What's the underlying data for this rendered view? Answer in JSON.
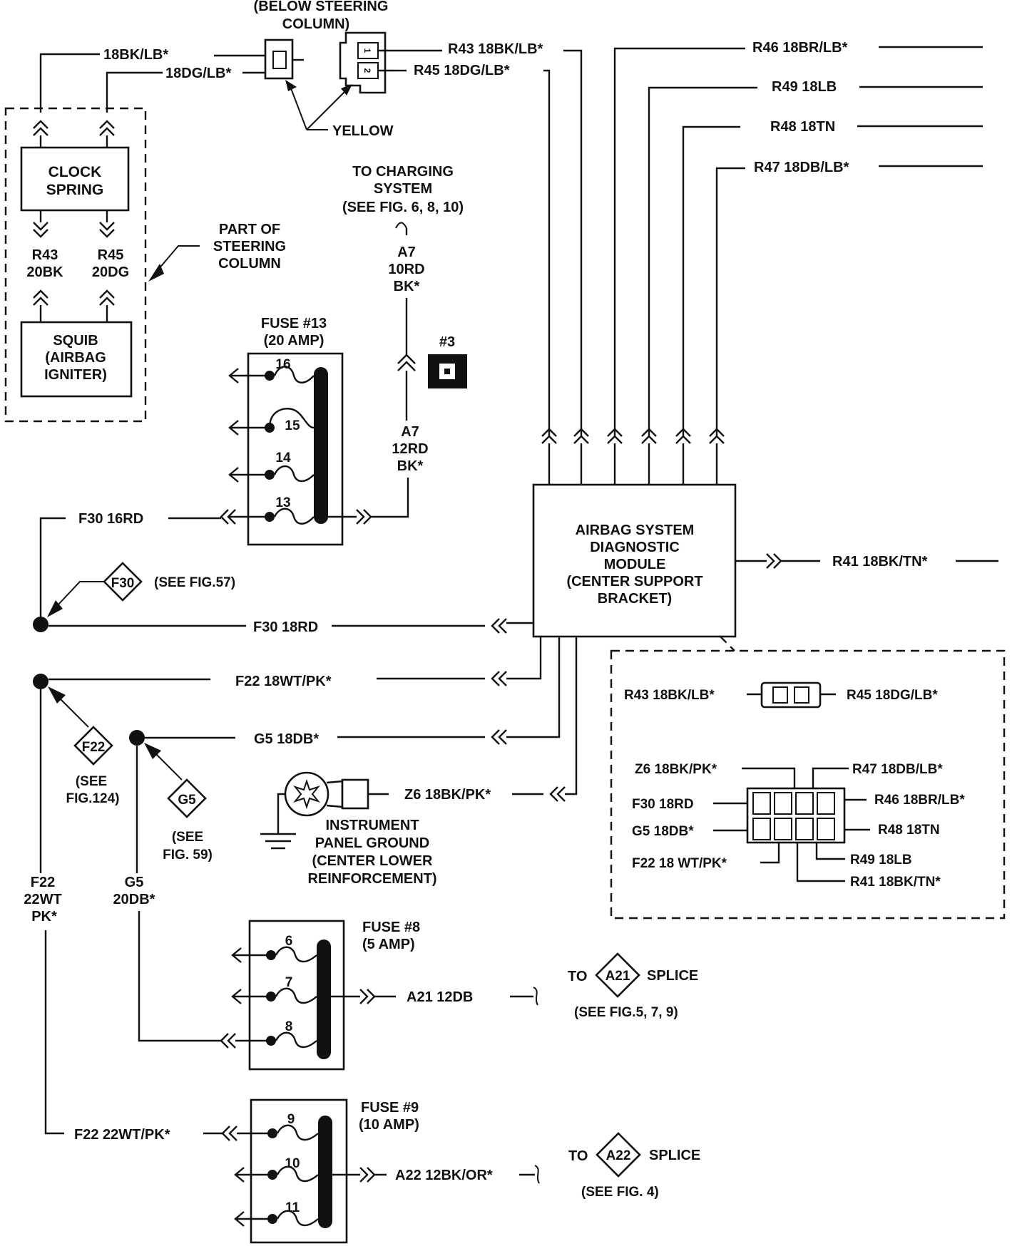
{
  "connector_top": {
    "title_line1": "(BELOW STEERING",
    "title_line2": "COLUMN)",
    "pin1": "1",
    "pin2": "2",
    "color_label": "YELLOW"
  },
  "clockspring_group": {
    "wire_top_left": "18BK/LB*",
    "wire_top_right": "18DG/LB*",
    "clock_spring_line1": "CLOCK",
    "clock_spring_line2": "SPRING",
    "r43": "R43",
    "r43_gauge": "20BK",
    "r45": "R45",
    "r45_gauge": "20DG",
    "squib_line1": "SQUIB",
    "squib_line2": "(AIRBAG",
    "squib_line3": "IGNITER)",
    "part_of_line1": "PART OF",
    "part_of_line2": "STEERING",
    "part_of_line3": "COLUMN"
  },
  "right_wires": {
    "r43": "R43 18BK/LB*",
    "r45": "R45 18DG/LB*",
    "r46": "R46 18BR/LB*",
    "r49": "R49 18LB",
    "r48": "R48 18TN",
    "r47": "R47 18DB/LB*"
  },
  "charging": {
    "line1": "TO CHARGING",
    "line2": "SYSTEM",
    "line3": "(SEE FIG. 6, 8, 10)",
    "a7_top_1": "A7",
    "a7_top_2": "10RD",
    "a7_top_3": "BK*",
    "a7_bot_1": "A7",
    "a7_bot_2": "12RD",
    "a7_bot_3": "BK*",
    "connector_no": "#3"
  },
  "fuse13": {
    "title": "FUSE #13",
    "rating": "(20 AMP)",
    "t16": "16",
    "t15": "15",
    "t14": "14",
    "t13": "13"
  },
  "left_wires": {
    "f30_top": "F30 16RD",
    "f30_badge": "F30",
    "f30_see": "(SEE FIG.57)",
    "f30_mid": "F30 18RD",
    "f22_mid": "F22 18WT/PK*",
    "f22_badge": "F22",
    "f22_see1": "(SEE",
    "f22_see2": "FIG.124)",
    "g5_mid": "G5 18DB*",
    "g5_badge": "G5",
    "g5_see1": "(SEE",
    "g5_see2": "FIG. 59)",
    "f22_vert1": "F22",
    "f22_vert2": "22WT",
    "f22_vert3": "PK*",
    "g5_vert1": "G5",
    "g5_vert2": "20DB*",
    "z6": "Z6 18BK/PK*"
  },
  "ground": {
    "line1": "INSTRUMENT",
    "line2": "PANEL GROUND",
    "line3": "(CENTER LOWER",
    "line4": "REINFORCEMENT)"
  },
  "module": {
    "line1": "AIRBAG SYSTEM",
    "line2": "DIAGNOSTIC",
    "line3": "MODULE",
    "line4": "(CENTER SUPPORT",
    "line5": "BRACKET)",
    "r41": "R41 18BK/TN*"
  },
  "detail_box": {
    "r43": "R43  18BK/LB*",
    "r45": "R45 18DG/LB*",
    "z6": "Z6 18BK/PK*",
    "f30": "F30 18RD",
    "g5": "G5 18DB*",
    "f22": "F22 18 WT/PK*",
    "r47": "R47 18DB/LB*",
    "r46": "R46  18BR/LB*",
    "r48": "R48 18TN",
    "r49": "R49 18LB",
    "r41": "R41 18BK/TN*"
  },
  "fuse8": {
    "title": "FUSE #8",
    "rating": "(5 AMP)",
    "t6": "6",
    "t7": "7",
    "t8": "8",
    "a21": "A21 12DB",
    "to": "TO",
    "badge": "A21",
    "splice": "SPLICE",
    "see": "(SEE FIG.5, 7, 9)"
  },
  "fuse9": {
    "title": "FUSE #9",
    "rating": "(10 AMP)",
    "t9": "9",
    "t10": "10",
    "t11": "11",
    "f22": "F22  22WT/PK*",
    "a22": "A22 12BK/OR*",
    "to": "TO",
    "badge": "A22",
    "splice": "SPLICE",
    "see": "(SEE FIG. 4)"
  }
}
